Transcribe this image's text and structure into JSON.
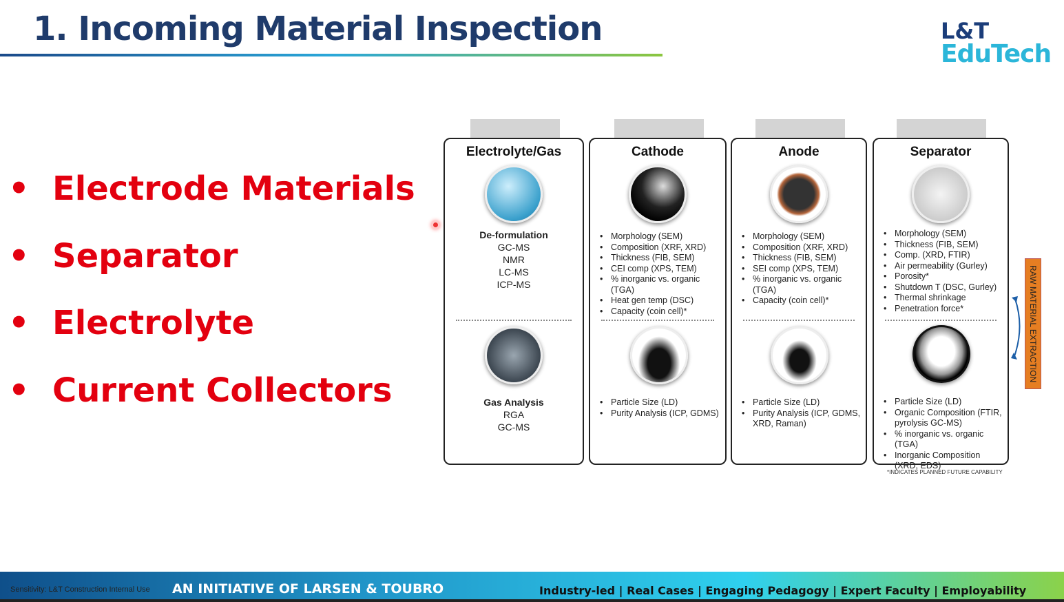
{
  "title": "1. Incoming Material Inspection",
  "logo": {
    "line1": "L&T",
    "line2": "EduTech"
  },
  "bullets": [
    "Electrode Materials",
    "Separator",
    "Electrolyte",
    "Current Collectors"
  ],
  "panels": {
    "electrolyte": {
      "title": "Electrolyte/Gas",
      "top_head": "De-formulation",
      "top_items": [
        "GC-MS",
        "NMR",
        "LC-MS",
        "ICP-MS"
      ],
      "bottom_head": "Gas Analysis",
      "bottom_items": [
        "RGA",
        "GC-MS"
      ]
    },
    "cathode": {
      "title": "Cathode",
      "top": [
        "Morphology (SEM)",
        "Composition (XRF, XRD)",
        "Thickness (FIB, SEM)",
        "CEI comp (XPS, TEM)",
        "% inorganic vs. organic (TGA)",
        "Heat gen temp (DSC)",
        "Capacity (coin cell)*"
      ],
      "bottom": [
        "Particle Size (LD)",
        "Purity Analysis (ICP, GDMS)"
      ]
    },
    "anode": {
      "title": "Anode",
      "top": [
        "Morphology (SEM)",
        "Composition (XRF, XRD)",
        "Thickness (FIB, SEM)",
        "SEI comp (XPS, TEM)",
        "% inorganic vs. organic (TGA)",
        "Capacity (coin cell)*"
      ],
      "bottom": [
        "Particle Size (LD)",
        "Purity Analysis (ICP, GDMS, XRD, Raman)"
      ]
    },
    "separator": {
      "title": "Separator",
      "top": [
        "Morphology (SEM)",
        "Thickness (FIB, SEM)",
        "Comp. (XRD, FTIR)",
        "Air permeability (Gurley)",
        "Porosity*",
        "Shutdown T (DSC, Gurley)",
        "Thermal shrinkage",
        "Penetration force*"
      ],
      "bottom": [
        "Particle Size (LD)",
        "Organic Composition (FTIR, pyrolysis GC-MS)",
        "% inorganic vs. organic (TGA)",
        "Inorganic Composition (XRD, EDS)"
      ]
    }
  },
  "footnote": "*INDICATES PLANNED FUTURE CAPABILITY",
  "side_label": "RAW MATERIAL EXTRACTION",
  "footer": {
    "initiative": "AN INITIATIVE OF LARSEN & TOUBRO",
    "sensitivity": "Sensitivity: L&T Construction Internal Use",
    "tagline": "Industry-led | Real Cases | Engaging Pedagogy | Expert Faculty | Employability"
  }
}
